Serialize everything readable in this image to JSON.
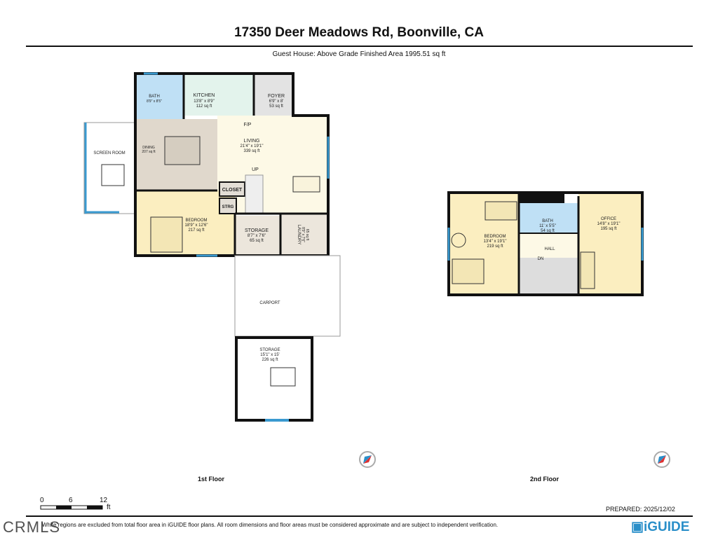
{
  "header": {
    "title": "17350 Deer Meadows Rd, Boonville, CA",
    "subtitle": "Guest House: Above Grade Finished Area 1995.51 sq ft"
  },
  "floor1": {
    "label": "1st Floor",
    "rooms": {
      "bath": {
        "name": "BATH",
        "dims": "8'9\" x 8'5\""
      },
      "kitchen": {
        "name": "KITCHEN",
        "dims": "13'8\" x 8'9\"",
        "area": "112 sq ft"
      },
      "foyer": {
        "name": "FOYER",
        "dims": "6'9\" x 8'",
        "area": "53 sq ft"
      },
      "fp": "F/P",
      "living": {
        "name": "LIVING",
        "dims": "21'4\" x 19'1\"",
        "area": "339 sq ft"
      },
      "dining": {
        "name": "DINING",
        "area": "207 sq ft"
      },
      "screen": {
        "name": "SCREEN ROOM"
      },
      "up": "UP",
      "closet": "CLOSET",
      "strg": "STRG",
      "bedroom": {
        "name": "BEDROOM",
        "dims": "18'9\" x 12'6\"",
        "area": "217 sq ft"
      },
      "storage": {
        "name": "STORAGE",
        "dims": "8'7\" x 7'6\"",
        "area": "65 sq ft"
      },
      "laundry": {
        "name": "LAUNDRY",
        "dims": "8'9\" x 7'6\"",
        "area": "65 sq ft"
      },
      "carport": {
        "name": "CARPORT"
      },
      "storage2": {
        "name": "STORAGE",
        "dims": "15'1\" x 15'",
        "area": "226 sq ft"
      }
    }
  },
  "floor2": {
    "label": "2nd Floor",
    "rooms": {
      "bedroom": {
        "name": "BEDROOM",
        "dims": "13'4\" x 19'1\"",
        "area": "219 sq ft"
      },
      "bath": {
        "name": "BATH",
        "dims": "11' x 5'5\"",
        "area": "54 sq ft"
      },
      "hall": "HALL",
      "dn": "DN",
      "office": {
        "name": "OFFICE",
        "dims": "14'8\" x 19'1\"",
        "area": "195 sq ft"
      }
    }
  },
  "scale": {
    "ticks": [
      "0",
      "6",
      "12"
    ],
    "unit": "ft"
  },
  "footer": {
    "prepared": "PREPARED: 2025/12/02",
    "disclaimer": "White regions are excluded from total floor area in iGUIDE floor plans. All room dimensions and floor areas must be considered approximate and are subject to independent verification.",
    "logo": "iGUIDE",
    "watermark": "CRMLS"
  },
  "icons": {
    "compass": "compass-icon"
  },
  "colors": {
    "bath": "#bfe0f5",
    "kitchen": "#e3f3ec",
    "living": "#fdf9e6",
    "bedroom": "#fbeec0",
    "dining": "#e0d8cc",
    "window": "#3a9ad0"
  }
}
